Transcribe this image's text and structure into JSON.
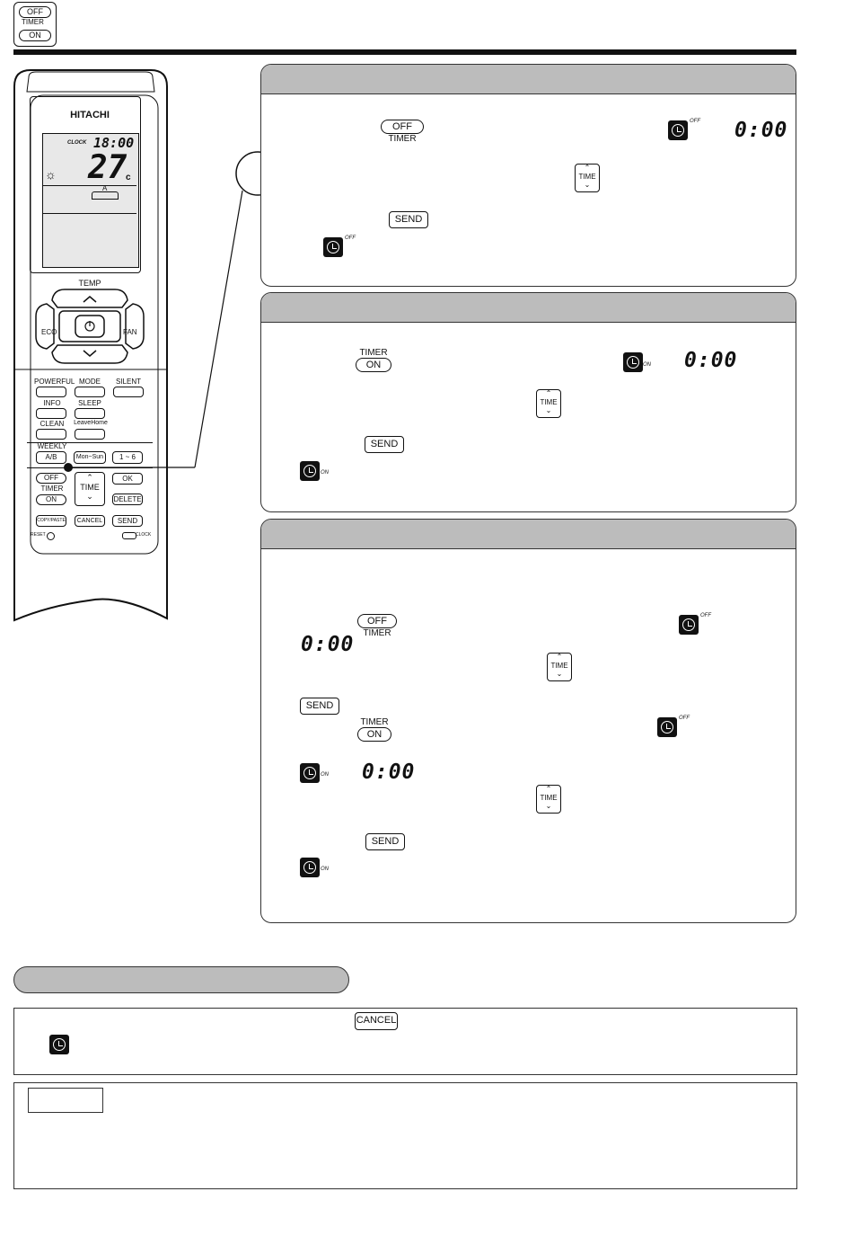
{
  "header": {
    "badge": {
      "off": "OFF",
      "timer": "TIMER",
      "on": "ON"
    }
  },
  "remote": {
    "brand": "HITACHI",
    "clock_label": "CLOCK",
    "clock_time": "18:00",
    "temperature": "27",
    "temp_unit": "c",
    "mode_mark": "A",
    "temp_label": "TEMP",
    "eco_label": "ECO",
    "fan_label": "FAN",
    "buttons": {
      "powerful": "POWERFUL",
      "mode": "MODE",
      "silent": "SILENT",
      "info": "INFO",
      "sleep": "SLEEP",
      "clean": "CLEAN",
      "leavehome": "LeaveHome",
      "weekly": "WEEKLY",
      "ab": "A/B",
      "monsun": "Mon~Sun",
      "onesix": "1 ~ 6",
      "off": "OFF",
      "timer": "TIMER",
      "on": "ON",
      "time": "TIME",
      "ok": "OK",
      "delete": "DELETE",
      "copypaste": "COPY/PASTE",
      "cancel": "CANCEL",
      "send": "SEND",
      "reset": "RESET",
      "clock": "CLOCK"
    }
  },
  "panels": {
    "p1": {
      "off": "OFF",
      "timer": "TIMER",
      "time": "TIME",
      "send": "SEND",
      "tag": "OFF",
      "display": "0:00"
    },
    "p2": {
      "timer": "TIMER",
      "on": "ON",
      "time": "TIME",
      "send": "SEND",
      "tag": "ON",
      "display": "0:00"
    },
    "p3": {
      "off": "OFF",
      "timer": "TIMER",
      "on": "ON",
      "time": "TIME",
      "send": "SEND",
      "tag_off": "OFF",
      "tag_on": "ON",
      "display": "0:00"
    }
  },
  "bottom": {
    "cancel": "CANCEL"
  }
}
